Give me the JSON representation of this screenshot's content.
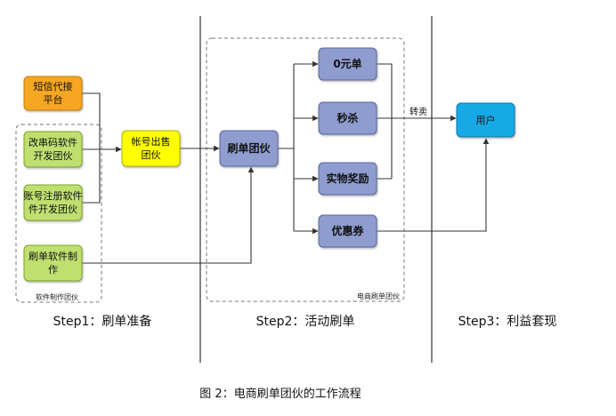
{
  "nodes": {
    "sms": [
      "短信代接",
      "平台"
    ],
    "imei": [
      "改串码软件",
      "开发团伙"
    ],
    "account_reg": [
      "账号注册软件",
      "件开发团伙"
    ],
    "brush_soft": [
      "刷单软件制",
      "作"
    ],
    "account_sell": [
      "帐号出售",
      "团伙"
    ],
    "brush_gang": [
      "刷单团伙"
    ],
    "zero_order": [
      "0元单"
    ],
    "flash_sale": [
      "秒杀"
    ],
    "physical_reward": [
      "实物奖励"
    ],
    "coupon": [
      "优惠券"
    ],
    "user": [
      "用户"
    ]
  },
  "group_labels": {
    "software": "软件制作团伙",
    "ecommerce": "电商刷单团伙"
  },
  "edge_label": "转卖",
  "steps": [
    "Step1：刷单准备",
    "Step2：活动刷单",
    "Step3：利益套现"
  ],
  "caption": "图 2：电商刷单团伙的工作流程",
  "colors": {
    "orange": "#f5a623",
    "green": "#bfdf6f",
    "yellow": "#ffff00",
    "lavender": "#8f9ccf",
    "cyan": "#19a9e6"
  }
}
